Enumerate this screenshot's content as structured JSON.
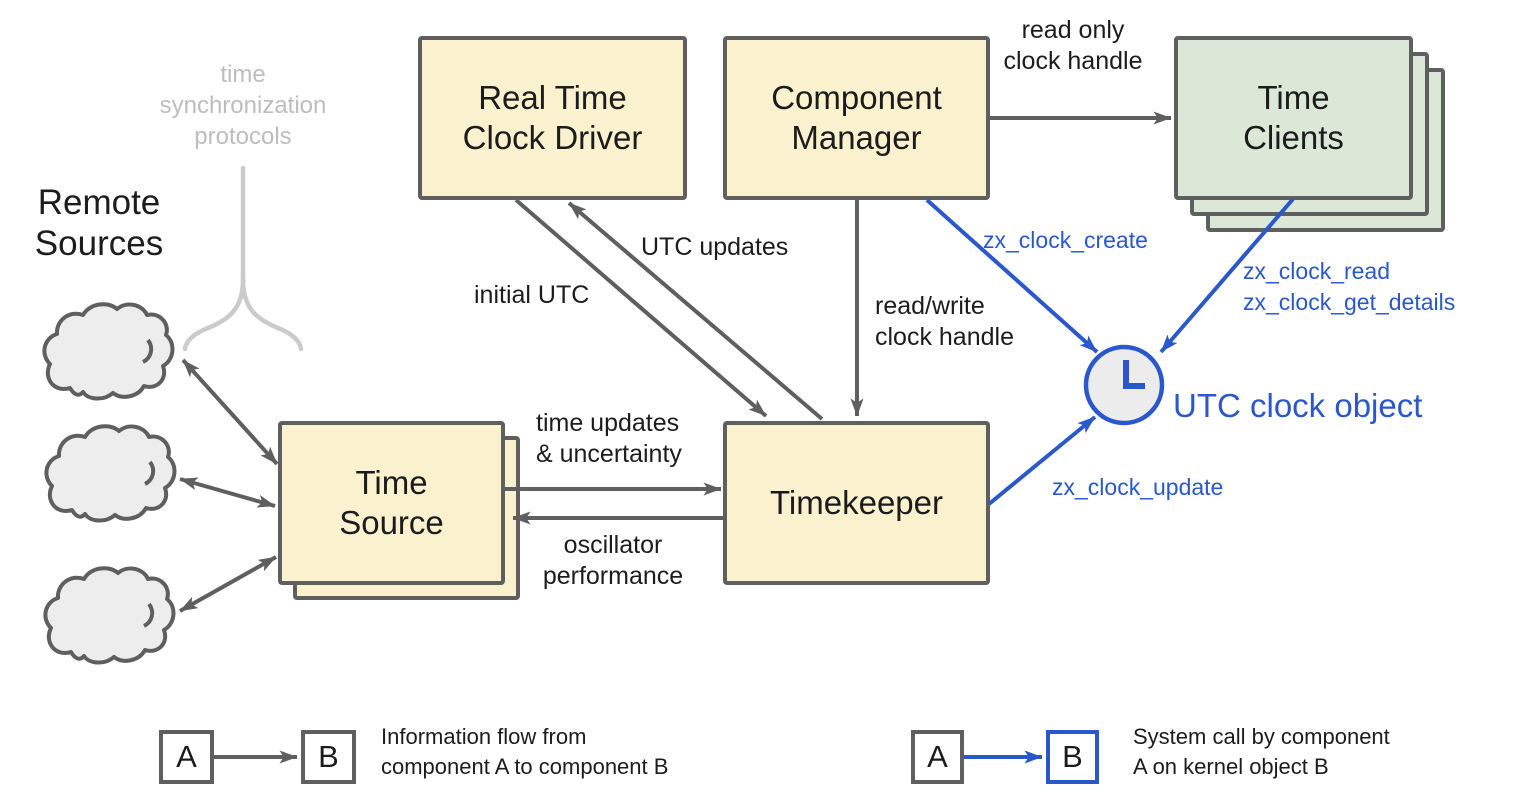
{
  "nodes": {
    "rtc": "Real Time\nClock Driver",
    "cm": "Component\nManager",
    "tc": "Time\nClients",
    "ts": "Time\nSource",
    "tk": "Timekeeper"
  },
  "labels": {
    "remote_sources": "Remote\nSources",
    "protocols": "time\nsynchronization\nprotocols"
  },
  "edges": {
    "read_only": "read only\nclock handle",
    "utc_updates": "UTC updates",
    "initial_utc": "initial UTC",
    "read_write": "read/write\nclock handle",
    "time_updates": "time updates\n& uncertainty",
    "oscillator": "oscillator\nperformance"
  },
  "syscalls": {
    "create": "zx_clock_create",
    "read_and_details": "zx_clock_read\nzx_clock_get_details",
    "update": "zx_clock_update"
  },
  "clock": {
    "label": "UTC clock object"
  },
  "legend": {
    "flow_a": "A",
    "flow_b": "B",
    "flow_text": "Information flow from\ncomponent A to component B",
    "call_a": "A",
    "call_b": "B",
    "call_text": "System call by component\nA on kernel object B"
  },
  "colors": {
    "accent_blue": "#2A58CC",
    "box_yellow": "#FAF1CE",
    "box_green": "#DCE8D7",
    "line_gray": "#5F5F5F",
    "muted_gray": "#BDBDBD"
  }
}
